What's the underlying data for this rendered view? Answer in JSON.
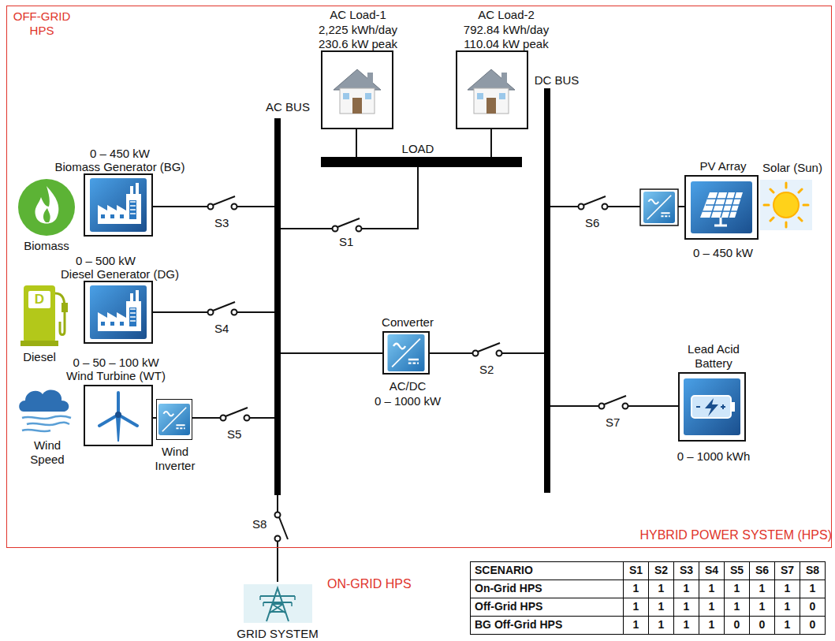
{
  "diagram": {
    "nodes": [
      {
        "text": [
          "OFF-GRID HPS",
          "HYBRID POWER SYSTEM (HPS)"
        ]
      },
      {
        "text": [
          "AC Load-1",
          "2,225 kWh/day",
          "230.6 kW peak"
        ],
        "in": 0
      },
      {
        "text": [
          "AC Load-2",
          "792.84 kWh/day",
          "110.04 kW peak"
        ],
        "in": 0
      },
      {
        "text": [
          "AC BUS"
        ],
        "in": 0
      },
      {
        "text": [
          "LOAD"
        ],
        "in": 0
      },
      {
        "text": [
          "DC BUS"
        ],
        "in": 0
      },
      {
        "text": [
          "0 – 450 kW",
          "Biomass Generator (BG)"
        ],
        "in": 0
      },
      {
        "text": [
          "Biomass"
        ],
        "in": 0
      },
      {
        "text": [
          "PV Array",
          "0 – 450 kW"
        ],
        "in": 0
      },
      {
        "text": [
          "Solar (Sun)"
        ],
        "in": 0
      },
      {
        "text": [
          "0 – 500 kW",
          "Diesel Generator (DG)"
        ],
        "in": 0
      },
      {
        "text": [
          "Diesel"
        ],
        "in": 0
      },
      {
        "text": [
          "Converter",
          "AC/DC",
          "0 – 1000 kW"
        ],
        "in": 0
      },
      {
        "text": [
          "Lead Acid Battery",
          "0 – 1000 kWh"
        ],
        "in": 0
      },
      {
        "text": [
          "0 – 50 – 100 kW",
          "Wind Turbine (WT)"
        ],
        "in": 0
      },
      {
        "text": [
          "Wind Speed"
        ],
        "in": 0
      },
      {
        "text": [
          "Wind Inverter"
        ],
        "in": 0
      },
      {
        "text": [
          "GRID SYSTEM"
        ]
      }
    ],
    "edges": [
      {
        "from": 4,
        "to": 1,
        "arrow": "none"
      },
      {
        "from": 4,
        "to": 2,
        "arrow": "none"
      },
      {
        "from": 3,
        "to": 4,
        "label": "S1",
        "arrow": "none"
      },
      {
        "from": 6,
        "to": 3,
        "label": "S3",
        "arrow": "none"
      },
      {
        "from": 10,
        "to": 3,
        "label": "S4",
        "arrow": "none"
      },
      {
        "from": 14,
        "to": 16,
        "arrow": "none"
      },
      {
        "from": 16,
        "to": 3,
        "label": "S5",
        "arrow": "none"
      },
      {
        "from": 3,
        "to": 12,
        "arrow": "none"
      },
      {
        "from": 12,
        "to": 5,
        "label": "S2",
        "arrow": "none"
      },
      {
        "from": 5,
        "to": 8,
        "label": "S6",
        "arrow": "none"
      },
      {
        "from": 5,
        "to": 13,
        "label": "S7",
        "arrow": "none"
      },
      {
        "from": 3,
        "to": 17,
        "label": "S8",
        "arrow": "none"
      }
    ],
    "labels": [
      "ON-GRID HPS",
      "D",
      "SCENARIO",
      "S1",
      "S2",
      "S3",
      "S4",
      "S5",
      "S6",
      "S7",
      "S8",
      "On-Grid HPS",
      "1",
      "1",
      "1",
      "1",
      "1",
      "1",
      "1",
      "1",
      "Off-Grid HPS",
      "1",
      "1",
      "1",
      "1",
      "1",
      "1",
      "1",
      "0",
      "BG Off-Grid HPS",
      "1",
      "1",
      "1",
      "1",
      "0",
      "0",
      "1",
      "0"
    ]
  }
}
